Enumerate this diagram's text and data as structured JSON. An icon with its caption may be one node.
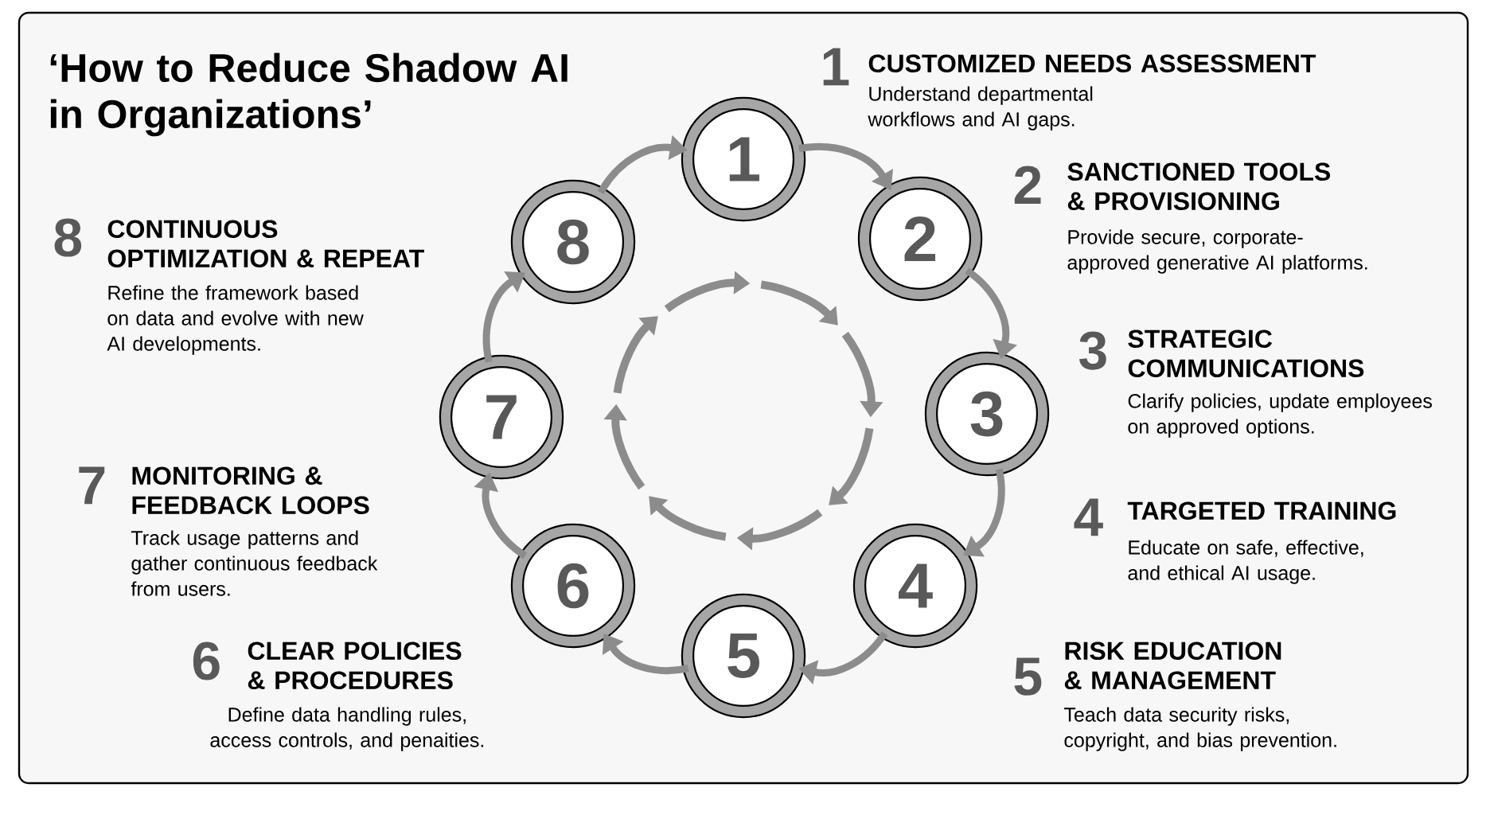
{
  "diagram": {
    "title": "‘How to Reduce Shadow AI in Organizations’",
    "nodes": [
      {
        "text": [
          "1"
        ],
        "beside": [
          "1",
          "CUSTOMIZED NEEDS ASSESSMENT",
          "Understand departmental workflows and AI gaps."
        ]
      },
      {
        "text": [
          "2"
        ],
        "beside": [
          "2",
          "SANCTIONED TOOLS & PROVISIONING",
          "Provide secure, corporate-approved generative AI platforms."
        ]
      },
      {
        "text": [
          "3"
        ],
        "beside": [
          "3",
          "STRATEGIC COMMUNICATIONS",
          "Clarify policies, update employees on approved options."
        ]
      },
      {
        "text": [
          "4"
        ],
        "beside": [
          "4",
          "TARGETED TRAINING",
          "Educate on safe, effective, and ethical AI usage."
        ]
      },
      {
        "text": [
          "5"
        ],
        "beside": [
          "5",
          "RISK EDUCATION & MANAGEMENT",
          "Teach data security risks, copyright, and bias prevention."
        ]
      },
      {
        "text": [
          "6"
        ],
        "beside": [
          "6",
          "CLEAR POLICIES & PROCEDURES",
          "Define data handling rules, access controls, and penaities."
        ]
      },
      {
        "text": [
          "7"
        ],
        "beside": [
          "7",
          "MONITORING & FEEDBACK LOOPS",
          "Track usage patterns and gather continuous feedback from users."
        ]
      },
      {
        "text": [
          "8"
        ],
        "beside": [
          "8",
          "CONTINUOUS OPTIMIZATION & REPEAT",
          "Refine the framework based on data and evolve with new AI developments."
        ]
      }
    ],
    "edges": [
      {
        "from": 0,
        "to": 1,
        "arrow": "to"
      },
      {
        "from": 1,
        "to": 2,
        "arrow": "to"
      },
      {
        "from": 2,
        "to": 3,
        "arrow": "to"
      },
      {
        "from": 3,
        "to": 4,
        "arrow": "to"
      },
      {
        "from": 4,
        "to": 5,
        "arrow": "to"
      },
      {
        "from": 5,
        "to": 6,
        "arrow": "to"
      },
      {
        "from": 6,
        "to": 7,
        "arrow": "to"
      },
      {
        "from": 7,
        "to": 0,
        "arrow": "to"
      }
    ]
  }
}
